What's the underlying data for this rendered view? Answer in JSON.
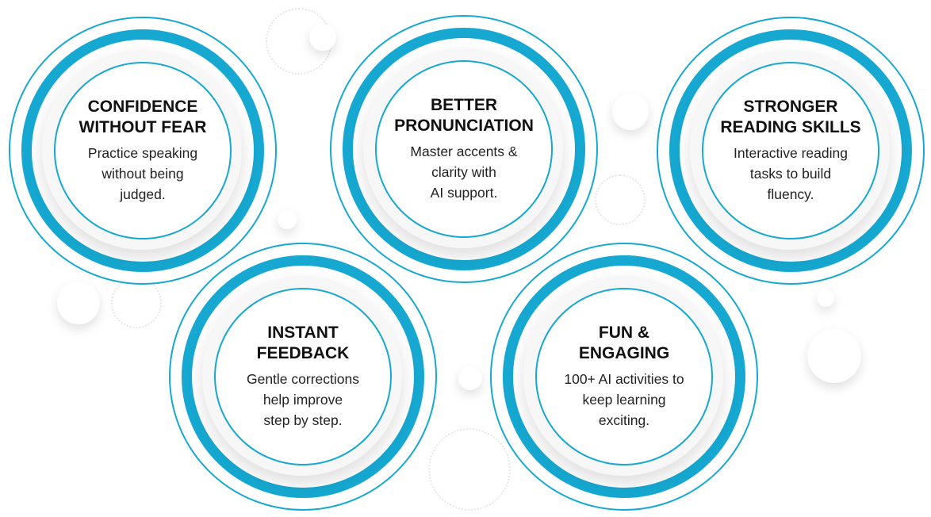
{
  "accent_color": "#16a8d1",
  "features": [
    {
      "title": "CONFIDENCE\nWITHOUT FEAR",
      "description": "Practice speaking\nwithout being\njudged."
    },
    {
      "title": "BETTER\nPRONUNCIATION",
      "description": "Master accents &\nclarity with\nAI support."
    },
    {
      "title": "STRONGER\nREADING SKILLS",
      "description": "Interactive reading\ntasks to build\nfluency."
    },
    {
      "title": "INSTANT\nFEEDBACK",
      "description": "Gentle corrections\nhelp improve\nstep by step."
    },
    {
      "title": "FUN &\nENGAGING",
      "description": "100+ AI activities to\nkeep learning\nexciting."
    }
  ]
}
